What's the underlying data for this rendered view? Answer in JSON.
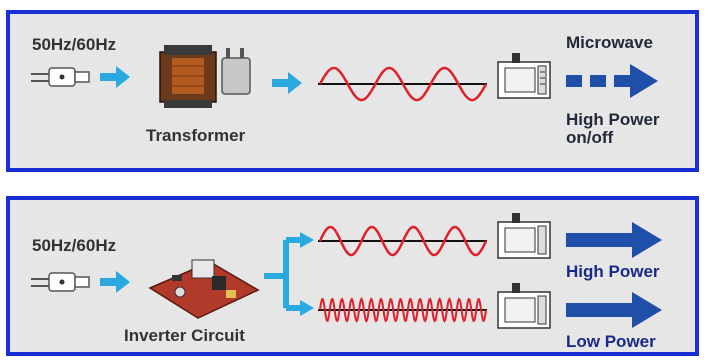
{
  "colors": {
    "panel_border": "#1a2fd6",
    "panel_bg": "#e6e6e6",
    "arrow_cyan": "#29a9e0",
    "arrow_navy": "#1f4fa8",
    "wave_red": "#e0202a",
    "board_red": "#b23a2a"
  },
  "top_panel": {
    "frequency_label": "50Hz/60Hz",
    "component_label": "Transformer",
    "output_label": "Microwave",
    "power_label_line1": "High Power",
    "power_label_line2": "on/off",
    "icons": [
      "plug-icon",
      "transformer-icon",
      "sine-wave-icon",
      "microwave-oven-icon",
      "dashed-arrow-icon"
    ]
  },
  "bottom_panel": {
    "frequency_label": "50Hz/60Hz",
    "component_label": "Inverter Circuit",
    "high_output_label": "High Power",
    "low_output_label": "Low Power",
    "icons": [
      "plug-icon",
      "inverter-board-icon",
      "branch-arrow-icon",
      "low-frequency-wave-icon",
      "high-frequency-wave-icon",
      "microwave-oven-icon",
      "arrow-icon"
    ]
  }
}
